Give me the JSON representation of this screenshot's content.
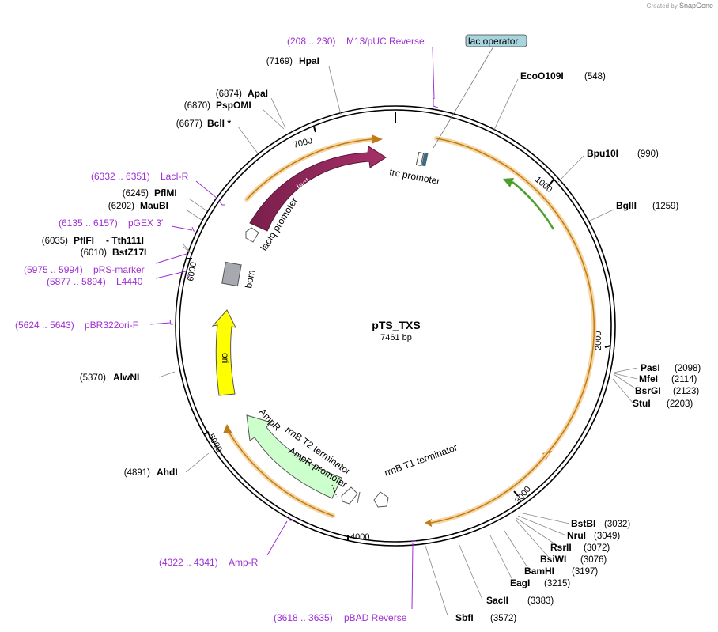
{
  "watermark": {
    "prefix": "Created by",
    "brand": "SnapGene"
  },
  "plasmid": {
    "name": "pTS_TXS",
    "length_label": "7461 bp"
  },
  "ticks": [
    "1000",
    "2000",
    "3000",
    "4000",
    "5000",
    "6000",
    "7000"
  ],
  "features": {
    "lacI": "lacI",
    "lacIq_promoter": "lacIq promoter",
    "trc_promoter": "trc promoter",
    "bom": "bom",
    "ori": "ori",
    "AmpR": "AmpR",
    "AmpR_promoter": "AmpR promoter",
    "rrnB_T2": "rrnB T2 terminator",
    "rrnB_T1": "rrnB T1 terminator",
    "lac_operator": "lac operator"
  },
  "enzymes": [
    {
      "name": "HpaI",
      "pos": "(7169)"
    },
    {
      "name": "ApaI",
      "pos": "(6874)"
    },
    {
      "name": "PspOMI",
      "pos": "(6870)"
    },
    {
      "name": "BclI *",
      "pos": "(6677)"
    },
    {
      "name": "PflMI",
      "pos": "(6245)"
    },
    {
      "name": "MauBI",
      "pos": "(6202)"
    },
    {
      "name": "PflFI",
      "pos": "(6035)"
    },
    {
      "name": "- Tth111I",
      "pos": ""
    },
    {
      "name": "BstZ17I",
      "pos": "(6010)"
    },
    {
      "name": "AlwNI",
      "pos": "(5370)"
    },
    {
      "name": "AhdI",
      "pos": "(4891)"
    },
    {
      "name": "EcoO109I",
      "pos": "(548)"
    },
    {
      "name": "Bpu10I",
      "pos": "(990)"
    },
    {
      "name": "BglII",
      "pos": "(1259)"
    },
    {
      "name": "PasI",
      "pos": "(2098)"
    },
    {
      "name": "MfeI",
      "pos": "(2114)"
    },
    {
      "name": "BsrGI",
      "pos": "(2123)"
    },
    {
      "name": "StuI",
      "pos": "(2203)"
    },
    {
      "name": "BstBI",
      "pos": "(3032)"
    },
    {
      "name": "NruI",
      "pos": "(3049)"
    },
    {
      "name": "RsrII",
      "pos": "(3072)"
    },
    {
      "name": "BsiWI",
      "pos": "(3076)"
    },
    {
      "name": "BamHI",
      "pos": "(3197)"
    },
    {
      "name": "EagI",
      "pos": "(3215)"
    },
    {
      "name": "SacII",
      "pos": "(3383)"
    },
    {
      "name": "SbfI",
      "pos": "(3572)"
    }
  ],
  "primers": [
    {
      "range": "(208 .. 230)",
      "name": "M13/pUC Reverse"
    },
    {
      "range": "(6332 .. 6351)",
      "name": "LacI-R"
    },
    {
      "range": "(6135 .. 6157)",
      "name": "pGEX 3'"
    },
    {
      "range": "(5975 .. 5994)",
      "name": "pRS-marker"
    },
    {
      "range": "(5877 .. 5894)",
      "name": "L4440"
    },
    {
      "range": "(5624 .. 5643)",
      "name": "pBR322ori-F"
    },
    {
      "range": "(4322 .. 4341)",
      "name": "Amp-R"
    },
    {
      "range": "(3618 .. 3635)",
      "name": "pBAD Reverse"
    }
  ],
  "colors": {
    "lacI": "#9a2a60",
    "ori": "#ffff00",
    "AmpR": "#ccffcc",
    "bom": "#a8a8b0",
    "lac_operator": "#a7d4dd",
    "primer": "#9e2fd4",
    "orange_arrow": "#e8a02a",
    "green_arrow": "#4aa02a"
  }
}
